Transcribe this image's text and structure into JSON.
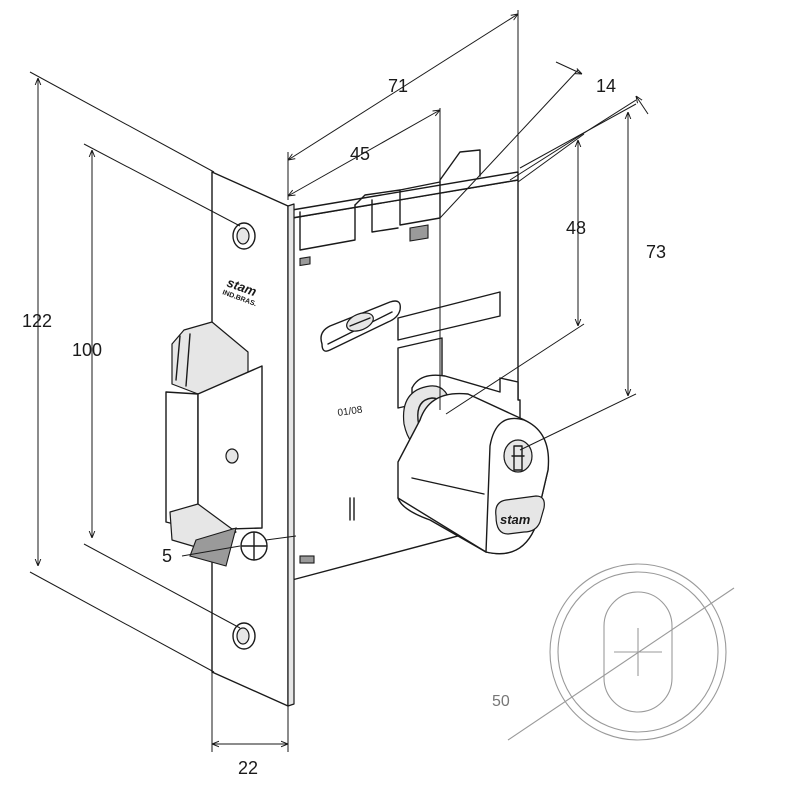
{
  "dimensions": {
    "height_total": "122",
    "height_screws": "100",
    "depth_total": "71",
    "backset": "45",
    "cylinder_offset": "14",
    "height_cylinder": "48",
    "height_body": "73",
    "screw": "5",
    "faceplate_width": "22",
    "rosette_diameter": "50"
  },
  "markings": {
    "brand": "stam",
    "origin": "IND.BRAS.",
    "date_code": "01/08",
    "cylinder_brand": "stam"
  }
}
